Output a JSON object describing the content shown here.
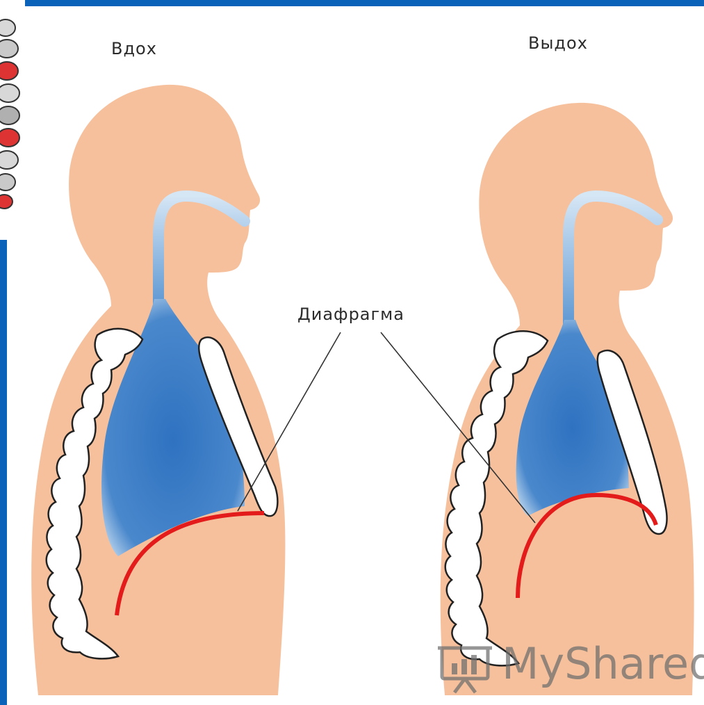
{
  "labels": {
    "inhale": "Вдох",
    "exhale": "Выдох",
    "diaphragm": "Диафрагма"
  },
  "watermark": {
    "text": "MyShared"
  },
  "colors": {
    "skin": "#f6c09c",
    "lung": "#3f7fc6",
    "diaphragm": "#e31b1b",
    "bone": "#ffffff",
    "frame": "#0a63b8"
  }
}
